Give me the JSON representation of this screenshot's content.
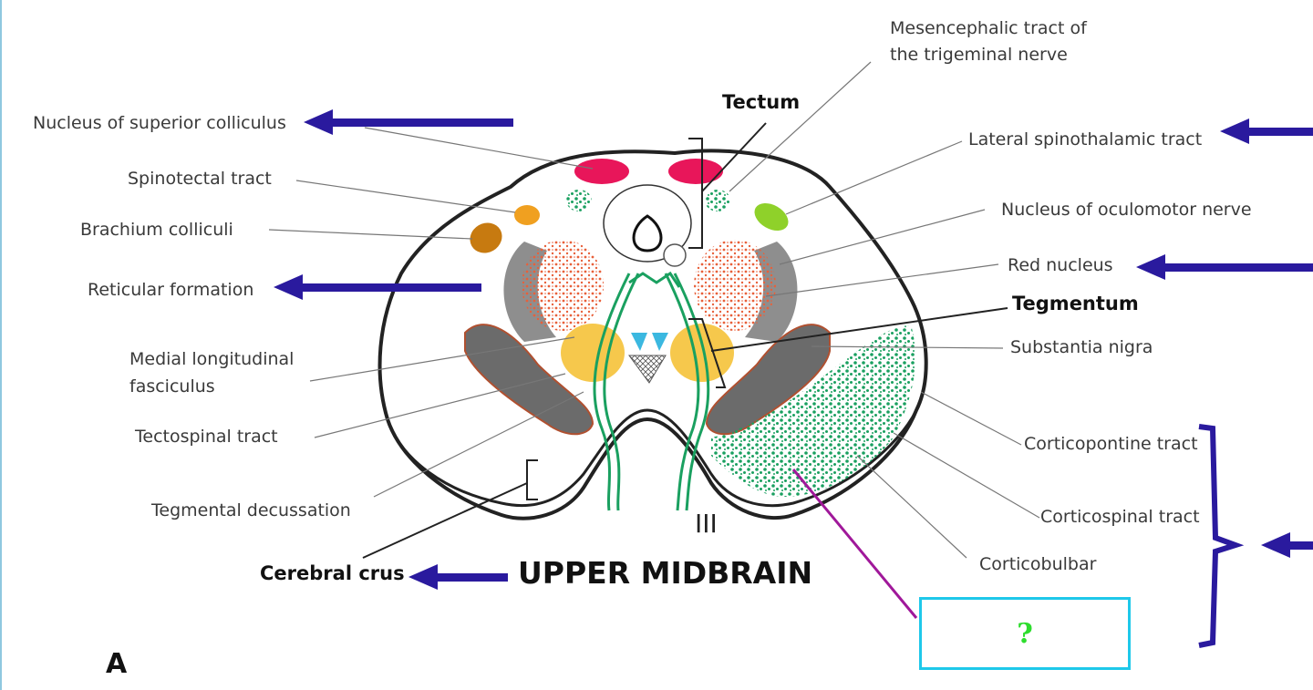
{
  "labels": {
    "mesencephalic_line1": "Mesencephalic tract of",
    "mesencephalic_line2": "the trigeminal nerve",
    "tectum": "Tectum",
    "nucleus_superior_colliculus": "Nucleus of superior colliculus",
    "lateral_spinothalamic": "Lateral spinothalamic tract",
    "spinotectal": "Spinotectal tract",
    "brachium_colliculi": "Brachium colliculi",
    "nucleus_oculomotor": "Nucleus of oculomotor nerve",
    "red_nucleus": "Red nucleus",
    "reticular_formation": "Reticular formation",
    "tegmentum": "Tegmentum",
    "mlf_line1": "Medial longitudinal",
    "mlf_line2": "fasciculus",
    "substantia_nigra": "Substantia nigra",
    "tectospinal": "Tectospinal tract",
    "corticopontine": "Corticopontine tract",
    "tegmental_decussation": "Tegmental decussation",
    "corticospinal": "Corticospinal tract",
    "corticobulbar": "Corticobulbar",
    "cerebral_crus": "Cerebral crus",
    "title": "UPPER MIDBRAIN",
    "nerve_numeral": "III",
    "panel_letter": "A",
    "question": "?"
  },
  "colors": {
    "arrow": "#2a1a9e",
    "outline": "#222222",
    "superior_colliculus": "#e8165a",
    "spinotectal": "#f0a020",
    "brachium": "#c77a10",
    "lateral_spinothalamic": "#8fd12a",
    "red_nucleus_dots": "#e8603a",
    "reticular": "#7a7a7a",
    "substantia_nigra": "#6b6b6b",
    "nigra_border": "#b05030",
    "mlf": "#f5c542",
    "oculomotor": "#3bb8e0",
    "tracts": "#1aa060",
    "pointer_magenta": "#a0189a",
    "question_box": "#1ec8ea",
    "question_mark": "#2ddd2d"
  }
}
